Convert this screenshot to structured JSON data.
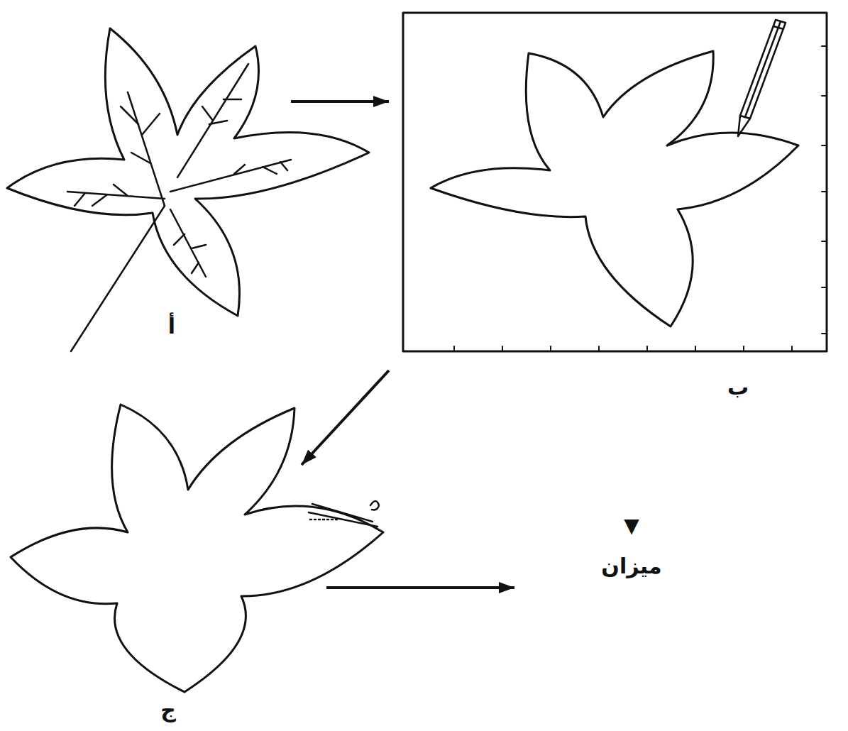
{
  "diagram": {
    "nodes": [
      {
        "text": [
          "أ"
        ]
      },
      {
        "text": [
          "ب"
        ]
      },
      {
        "text": [
          "ج"
        ]
      },
      {
        "text": [
          "▼",
          "ميزان"
        ]
      }
    ],
    "edges": [
      {
        "from": 0,
        "to": 1,
        "arrow": "to"
      },
      {
        "from": 1,
        "to": 2,
        "arrow": "to"
      },
      {
        "from": 2,
        "to": 3,
        "arrow": "to"
      }
    ]
  }
}
